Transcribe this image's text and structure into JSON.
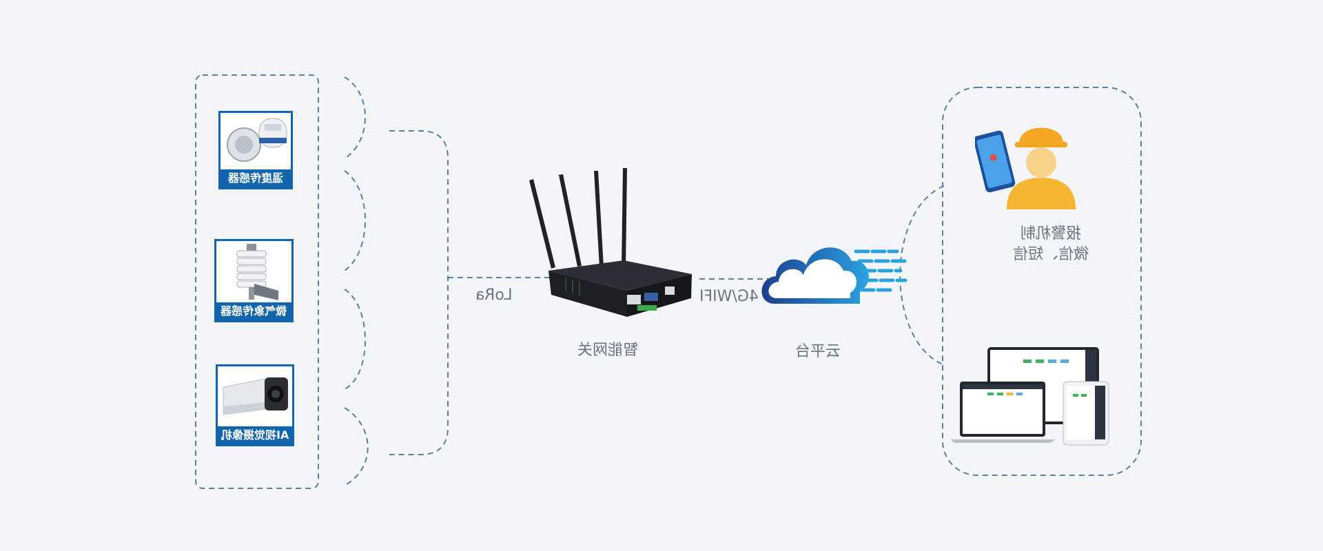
{
  "sensors": [
    {
      "label": "温度传感器",
      "icon": "temperature-sensor-icon"
    },
    {
      "label": "微气象传感器",
      "icon": "weather-station-icon"
    },
    {
      "label": "AI视觉摄像机",
      "icon": "camera-icon"
    }
  ],
  "links": {
    "lora": "LoRa",
    "cellular": "4G/WIFI"
  },
  "gateway": {
    "label": "智能网关",
    "icon": "router-icon"
  },
  "cloud": {
    "label": "云平台",
    "icon": "cloud-icon"
  },
  "alert": {
    "line1": "报警机制",
    "line2": "微信、短信",
    "icon": "worker-phone-icon"
  },
  "screens": {
    "icon": "multi-device-screens-icon"
  },
  "colors": {
    "primary": "#1264ad",
    "dash": "#5a7ea0",
    "text": "#6a7480",
    "background": "#f3f5f8"
  }
}
